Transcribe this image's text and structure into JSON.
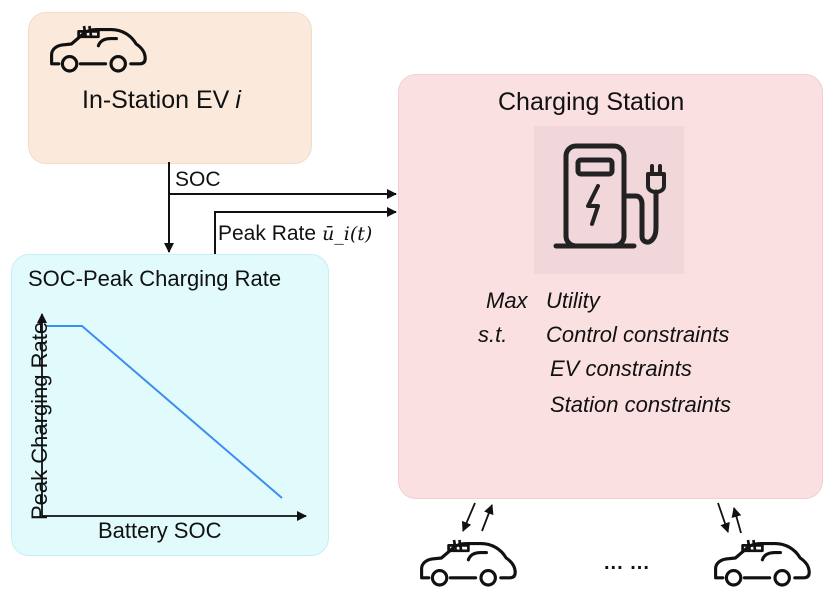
{
  "ev_box": {
    "title": "In-Station EV",
    "title_var": "i"
  },
  "station_box": {
    "title": "Charging Station",
    "optimization": {
      "max_label": "Max",
      "objective": "Utility",
      "st_label": "s.t.",
      "constraints": [
        "Control constraints",
        "EV constraints",
        "Station constraints"
      ]
    }
  },
  "chart_box": {
    "title": "SOC-Peak Charging Rate",
    "x_label": "Battery SOC",
    "y_label": "Peak Charging Rate"
  },
  "arrows": {
    "soc_label": "SOC",
    "peak_rate_label": "Peak Rate",
    "peak_rate_symbol": "ū_i(t)"
  },
  "bottom": {
    "ellipsis": "... ..."
  },
  "icons": [
    "ev-car-icon",
    "ev-charger-icon"
  ],
  "colors": {
    "ev_box": "#fbeadb",
    "station_box": "#fbe0e2",
    "chart_box": "#e1fbfd",
    "chart_line": "#3b8ef0",
    "charger_bg": "#f1d7da"
  }
}
